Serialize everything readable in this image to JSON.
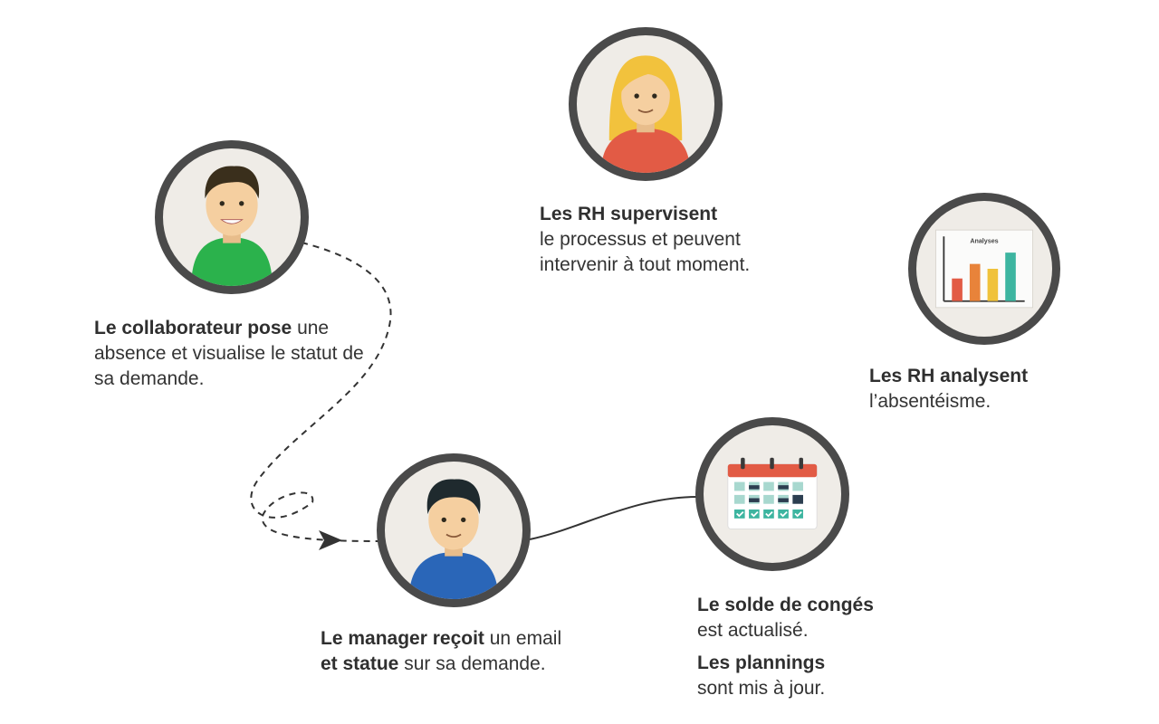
{
  "colors": {
    "ring": "#4a4a4a",
    "circle_bg": "#efece7",
    "skin": "#f5cfa0",
    "hair_dark": "#2f2a1e",
    "hair_blonde": "#f2c23d",
    "shirt_green": "#2bb24c",
    "shirt_red": "#e25b45",
    "shirt_blue": "#2a66b8",
    "bar_red": "#e25b45",
    "bar_orange": "#e8833a",
    "bar_yellow": "#f0c23b",
    "bar_teal": "#3db5a0",
    "calendar_red": "#e25b45",
    "calendar_teal": "#3db5a0",
    "text": "#333333"
  },
  "nodes": {
    "collaborator": {
      "icon": "employee-avatar-icon",
      "bold": "Le collaborateur pose",
      "rest": " une absence et visualise le statut de sa demande."
    },
    "hr_supervise": {
      "icon": "hr-avatar-icon",
      "bold": "Les RH supervisent",
      "rest": "le processus et peuvent intervenir à tout moment."
    },
    "hr_analyse": {
      "icon": "bar-chart-icon",
      "chart_title": "Analyses",
      "bold": "Les RH analysent",
      "rest": "l’absentéisme."
    },
    "manager": {
      "icon": "manager-avatar-icon",
      "line1_bold": "Le manager reçoit",
      "line1_rest": " un email",
      "line2_bold": "et statue",
      "line2_rest": " sur sa demande."
    },
    "calendar": {
      "icon": "calendar-icon",
      "part1_bold": "Le solde de congés",
      "part1_rest": "est actualisé.",
      "part2_bold": "Les plannings",
      "part2_rest": "sont mis à jour."
    }
  }
}
